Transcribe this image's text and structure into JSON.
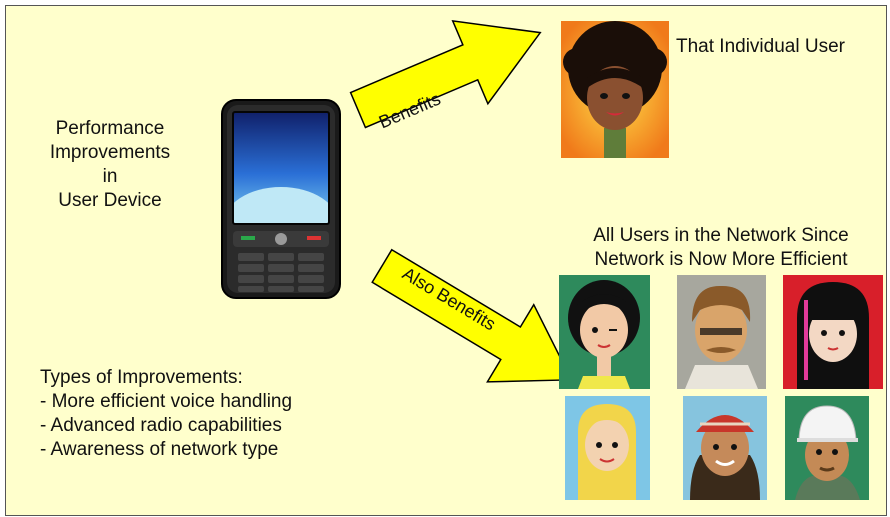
{
  "device_caption": {
    "lines": [
      "Performance",
      "Improvements",
      "in",
      "User Device"
    ]
  },
  "arrows": {
    "top_label": "Benefits",
    "bottom_label": "Also Benefits"
  },
  "individual_label": "That Individual User",
  "network_label": {
    "lines": [
      "All Users in the Network Since",
      "Network is Now More Efficient"
    ]
  },
  "improvements": {
    "heading": "Types of Improvements:",
    "items": [
      "- More efficient voice handling",
      "- Advanced radio capabilities",
      "- Awareness of network type"
    ]
  },
  "colors": {
    "background": "#ffffcc",
    "arrow_fill": "#ffff00",
    "arrow_stroke": "#000000"
  },
  "icons": {
    "phone": "mobile-phone-icon",
    "individual": "individual-user-avatar",
    "network_users": [
      "user-avatar-black-hair-girl",
      "user-avatar-brown-hair-man",
      "user-avatar-pink-streak-girl",
      "user-avatar-blonde-girl",
      "user-avatar-red-cap-man",
      "user-avatar-white-cap-man"
    ]
  }
}
